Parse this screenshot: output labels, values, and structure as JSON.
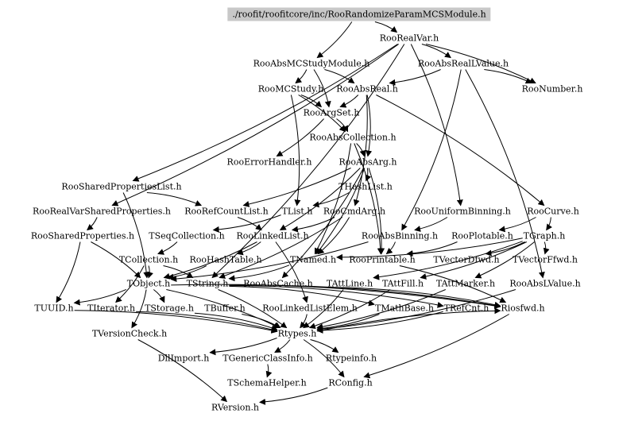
{
  "graph": {
    "root": "./roofit/roofitcore/inc/RooRandomizeParamMCSModule.h",
    "nodes": {
      "root": "./roofit/roofitcore/inc/RooRandomizeParamMCSModule.h",
      "RooRealVar": "RooRealVar.h",
      "RooAbsMCStudyModule": "RooAbsMCStudyModule.h",
      "RooAbsRealLValue": "RooAbsRealLValue.h",
      "RooMCStudy": "RooMCStudy.h",
      "RooAbsReal": "RooAbsReal.h",
      "RooNumber": "RooNumber.h",
      "RooArgSet": "RooArgSet.h",
      "RooAbsCollection": "RooAbsCollection.h",
      "RooErrorHandler": "RooErrorHandler.h",
      "RooAbsArg": "RooAbsArg.h",
      "RooSharedPropertiesList": "RooSharedPropertiesList.h",
      "THashList": "THashList.h",
      "RooRealVarSharedProperties": "RooRealVarSharedProperties.h",
      "RooRefCountList": "RooRefCountList.h",
      "TList": "TList.h",
      "RooCmdArg": "RooCmdArg.h",
      "RooUniformBinning": "RooUniformBinning.h",
      "RooCurve": "RooCurve.h",
      "RooSharedProperties": "RooSharedProperties.h",
      "TSeqCollection": "TSeqCollection.h",
      "RooLinkedList": "RooLinkedList.h",
      "RooAbsBinning": "RooAbsBinning.h",
      "RooPlotable": "RooPlotable.h",
      "TGraph": "TGraph.h",
      "TCollection": "TCollection.h",
      "RooHashTable": "RooHashTable.h",
      "TNamed": "TNamed.h",
      "RooPrintable": "RooPrintable.h",
      "TVectorDfwd": "TVectorDfwd.h",
      "TVectorFfwd": "TVectorFfwd.h",
      "TObject": "TObject.h",
      "TString": "TString.h",
      "RooAbsCache": "RooAbsCache.h",
      "TAttLine": "TAttLine.h",
      "TAttFill": "TAttFill.h",
      "TAttMarker": "TAttMarker.h",
      "RooAbsLValue": "RooAbsLValue.h",
      "TUUID": "TUUID.h",
      "TIterator": "TIterator.h",
      "TStorage": "TStorage.h",
      "TBuffer": "TBuffer.h",
      "RooLinkedListElem": "RooLinkedListElem.h",
      "TMathBase": "TMathBase.h",
      "TRefCnt": "TRefCnt.h",
      "Riosfwd": "Riosfwd.h",
      "TVersionCheck": "TVersionCheck.h",
      "Rtypes": "Rtypes.h",
      "DllImport": "DllImport.h",
      "TGenericClassInfo": "TGenericClassInfo.h",
      "Rtypeinfo": "Rtypeinfo.h",
      "TSchemaHelper": "TSchemaHelper.h",
      "RConfig": "RConfig.h",
      "RVersion": "RVersion.h"
    },
    "edges": [
      [
        "root",
        "RooRealVar"
      ],
      [
        "root",
        "RooAbsMCStudyModule"
      ],
      [
        "RooRealVar",
        "RooAbsRealLValue"
      ],
      [
        "RooRealVar",
        "RooNumber"
      ],
      [
        "RooRealVar",
        "RooSharedPropertiesList"
      ],
      [
        "RooRealVar",
        "RooRealVarSharedProperties"
      ],
      [
        "RooRealVar",
        "TString"
      ],
      [
        "RooRealVar",
        "RooUniformBinning"
      ],
      [
        "RooAbsMCStudyModule",
        "RooMCStudy"
      ],
      [
        "RooAbsMCStudyModule",
        "RooArgSet"
      ],
      [
        "RooAbsMCStudyModule",
        "RooAbsReal"
      ],
      [
        "RooAbsRealLValue",
        "RooAbsReal"
      ],
      [
        "RooAbsRealLValue",
        "RooNumber"
      ],
      [
        "RooAbsRealLValue",
        "RooAbsLValue"
      ],
      [
        "RooAbsRealLValue",
        "RooAbsBinning"
      ],
      [
        "RooMCStudy",
        "RooArgSet"
      ],
      [
        "RooMCStudy",
        "TList"
      ],
      [
        "RooMCStudy",
        "RooAbsCollection"
      ],
      [
        "RooAbsReal",
        "RooArgSet"
      ],
      [
        "RooAbsReal",
        "RooAbsArg"
      ],
      [
        "RooAbsReal",
        "RooCurve"
      ],
      [
        "RooAbsReal",
        "RooCmdArg"
      ],
      [
        "RooArgSet",
        "RooAbsCollection"
      ],
      [
        "RooArgSet",
        "RooErrorHandler"
      ],
      [
        "RooAbsCollection",
        "RooAbsArg"
      ],
      [
        "RooAbsCollection",
        "RooPrintable"
      ],
      [
        "RooAbsCollection",
        "TNamed"
      ],
      [
        "RooAbsArg",
        "THashList"
      ],
      [
        "RooAbsArg",
        "RooRefCountList"
      ],
      [
        "RooAbsArg",
        "RooLinkedList"
      ],
      [
        "RooAbsArg",
        "RooAbsCache"
      ],
      [
        "RooAbsArg",
        "RooPrintable"
      ],
      [
        "RooAbsArg",
        "TNamed"
      ],
      [
        "RooSharedPropertiesList",
        "RooRefCountList"
      ],
      [
        "RooSharedPropertiesList",
        "TObject"
      ],
      [
        "RooRealVarSharedProperties",
        "RooSharedProperties"
      ],
      [
        "THashList",
        "TList"
      ],
      [
        "RooRefCountList",
        "RooLinkedList"
      ],
      [
        "TList",
        "TSeqCollection"
      ],
      [
        "RooCmdArg",
        "TNamed"
      ],
      [
        "RooCmdArg",
        "TString"
      ],
      [
        "RooCmdArg",
        "RooLinkedList"
      ],
      [
        "RooUniformBinning",
        "RooAbsBinning"
      ],
      [
        "RooCurve",
        "TGraph"
      ],
      [
        "RooCurve",
        "RooPlotable"
      ],
      [
        "RooSharedProperties",
        "TUUID"
      ],
      [
        "RooSharedProperties",
        "TObject"
      ],
      [
        "TSeqCollection",
        "TCollection"
      ],
      [
        "RooLinkedList",
        "RooHashTable"
      ],
      [
        "RooLinkedList",
        "RooLinkedListElem"
      ],
      [
        "RooLinkedList",
        "TObject"
      ],
      [
        "RooAbsBinning",
        "TObject"
      ],
      [
        "RooAbsBinning",
        "RooPrintable"
      ],
      [
        "RooPlotable",
        "RooPrintable"
      ],
      [
        "TGraph",
        "TNamed"
      ],
      [
        "TGraph",
        "TAttLine"
      ],
      [
        "TGraph",
        "TAttFill"
      ],
      [
        "TGraph",
        "TAttMarker"
      ],
      [
        "TGraph",
        "TVectorDfwd"
      ],
      [
        "TGraph",
        "TVectorFfwd"
      ],
      [
        "TCollection",
        "TObject"
      ],
      [
        "TCollection",
        "TIterator"
      ],
      [
        "TCollection",
        "TString"
      ],
      [
        "RooHashTable",
        "TObject"
      ],
      [
        "TNamed",
        "TString"
      ],
      [
        "RooPrintable",
        "Riosfwd"
      ],
      [
        "TObject",
        "Rtypes"
      ],
      [
        "TObject",
        "TStorage"
      ],
      [
        "TObject",
        "TVersionCheck"
      ],
      [
        "TObject",
        "TUUID"
      ],
      [
        "TObject",
        "Riosfwd"
      ],
      [
        "TString",
        "TMathBase"
      ],
      [
        "TString",
        "TRefCnt"
      ],
      [
        "TString",
        "Riosfwd"
      ],
      [
        "TString",
        "Rtypes"
      ],
      [
        "RooAbsCache",
        "Riosfwd"
      ],
      [
        "TAttLine",
        "Rtypes"
      ],
      [
        "TAttFill",
        "Rtypes"
      ],
      [
        "TAttMarker",
        "Rtypes"
      ],
      [
        "RooAbsLValue",
        "Rtypes"
      ],
      [
        "TUUID",
        "Rtypes"
      ],
      [
        "TIterator",
        "Rtypes"
      ],
      [
        "TStorage",
        "Rtypes"
      ],
      [
        "TBuffer",
        "Rtypes"
      ],
      [
        "RooLinkedListElem",
        "Rtypes"
      ],
      [
        "TMathBase",
        "Rtypes"
      ],
      [
        "TRefCnt",
        "Rtypes"
      ],
      [
        "TVersionCheck",
        "RVersion"
      ],
      [
        "Rtypes",
        "DllImport"
      ],
      [
        "Rtypes",
        "TGenericClassInfo"
      ],
      [
        "Rtypes",
        "Rtypeinfo"
      ],
      [
        "Rtypes",
        "RConfig"
      ],
      [
        "Rtypes",
        "Riosfwd"
      ],
      [
        "TGenericClassInfo",
        "TSchemaHelper"
      ],
      [
        "Riosfwd",
        "RConfig"
      ],
      [
        "RConfig",
        "RVersion"
      ]
    ]
  }
}
